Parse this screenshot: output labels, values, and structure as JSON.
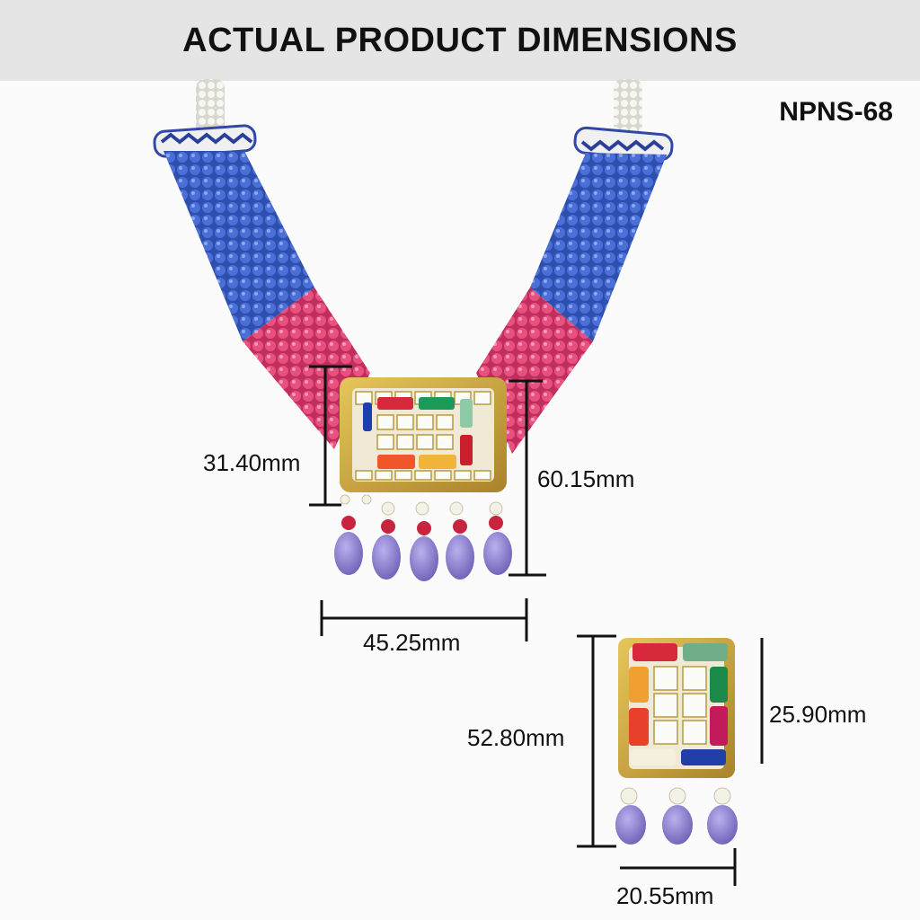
{
  "header": {
    "title": "ACTUAL PRODUCT DIMENSIONS"
  },
  "product_code": "NPNS-68",
  "dimensions": {
    "necklace_pendant_height": "31.40mm",
    "necklace_total_height": "60.15mm",
    "necklace_width": "45.25mm",
    "earring_total_height": "52.80mm",
    "earring_top_height": "25.90mm",
    "earring_width": "20.55mm"
  },
  "colors": {
    "header_bg": "#e5e5e5",
    "bead_blue": "#3d5fc4",
    "bead_pink": "#e04878",
    "gold": "#c9a53a",
    "drop_lavender": "#8e82cc"
  }
}
